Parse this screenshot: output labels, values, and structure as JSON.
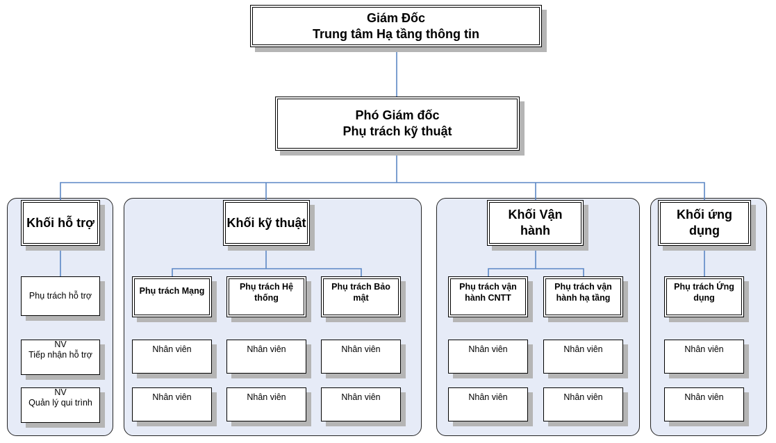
{
  "director": {
    "line1": "Giám Đốc",
    "line2": "Trung tâm Hạ tầng thông tin"
  },
  "deputy": {
    "line1": "Phó Giám đốc",
    "line2": "Phụ trách kỹ thuật"
  },
  "divisions": {
    "support": {
      "title": "Khối hỗ trợ",
      "lead": "Phụ trách hỗ trợ",
      "staff1": {
        "line1": "NV",
        "line2": "Tiếp nhận hỗ trợ"
      },
      "staff2": {
        "line1": "NV",
        "line2": "Quản lý qui trình"
      }
    },
    "technical": {
      "title": "Khối kỹ thuật",
      "teams": [
        {
          "lead": "Phụ trách Mạng",
          "staff": [
            "Nhân viên",
            "Nhân viên"
          ]
        },
        {
          "lead": "Phụ trách Hệ thống",
          "staff": [
            "Nhân viên",
            "Nhân viên"
          ]
        },
        {
          "lead": "Phụ trách Bảo mật",
          "staff": [
            "Nhân viên",
            "Nhân viên"
          ]
        }
      ]
    },
    "operations": {
      "title": "Khối Vận hành",
      "teams": [
        {
          "lead": "Phụ trách vận hành CNTT",
          "staff": [
            "Nhân viên",
            "Nhân viên"
          ]
        },
        {
          "lead": "Phụ trách vận hành hạ tầng",
          "staff": [
            "Nhân viên",
            "Nhân viên"
          ]
        }
      ]
    },
    "application": {
      "title": "Khối ứng dụng",
      "lead": "Phụ trách Ứng dụng",
      "staff": [
        "Nhân viên",
        "Nhân viên"
      ]
    }
  },
  "colors": {
    "connector": "#5b87c5",
    "group_fill": "#e6ebf7",
    "shadow": "#b5b5b5"
  }
}
